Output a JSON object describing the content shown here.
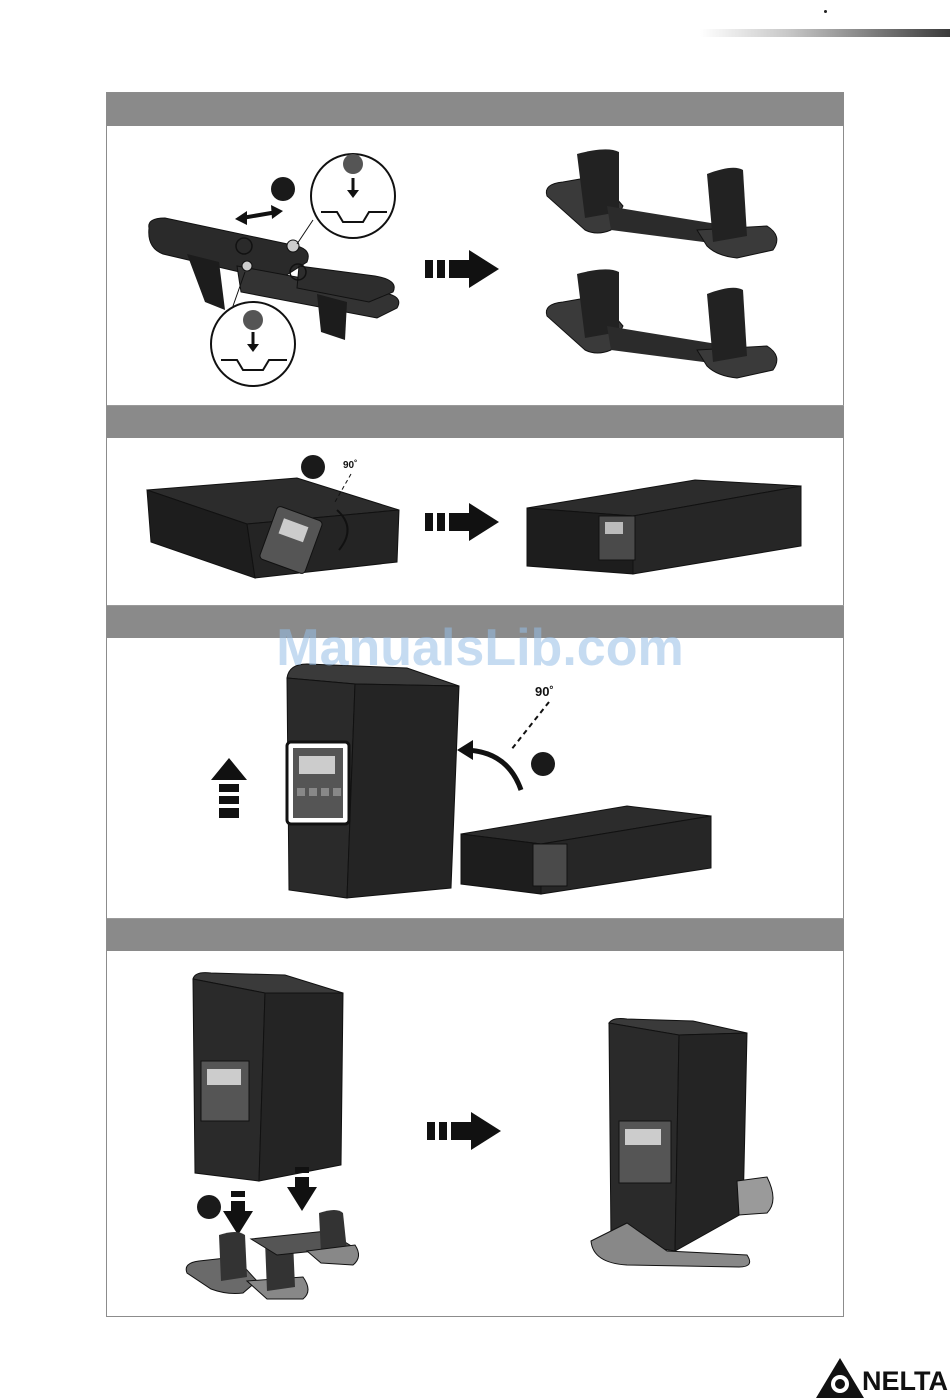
{
  "brand": {
    "logo_text": "NELTA"
  },
  "watermark": "ManualsLib.com",
  "steps": [
    {
      "callout": ""
    },
    {
      "callout": "",
      "angle_label": "90˚"
    },
    {
      "callout": "",
      "angle_label": "90˚"
    },
    {
      "callout": ""
    }
  ]
}
